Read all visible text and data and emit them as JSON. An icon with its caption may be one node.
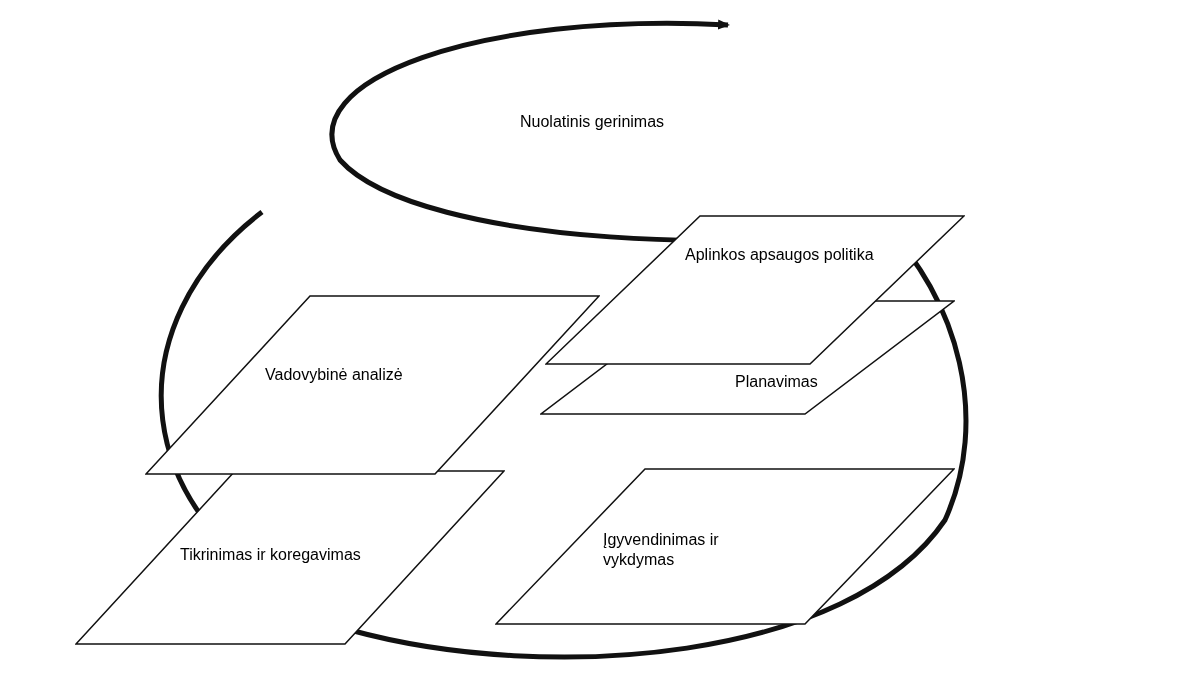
{
  "diagram": {
    "nodes": [
      {
        "text": [
          "Aplinkos apsaugos politika"
        ]
      },
      {
        "text": [
          "Vadovybinė analizė"
        ]
      },
      {
        "text": [
          "Planavimas"
        ]
      },
      {
        "text": [
          "Įgyvendinimas ir vykdymas"
        ]
      },
      {
        "text": [
          "Tikrinimas ir koregavimas"
        ]
      }
    ],
    "edges": [],
    "labels": [
      "Nuolatinis gerinimas"
    ]
  }
}
